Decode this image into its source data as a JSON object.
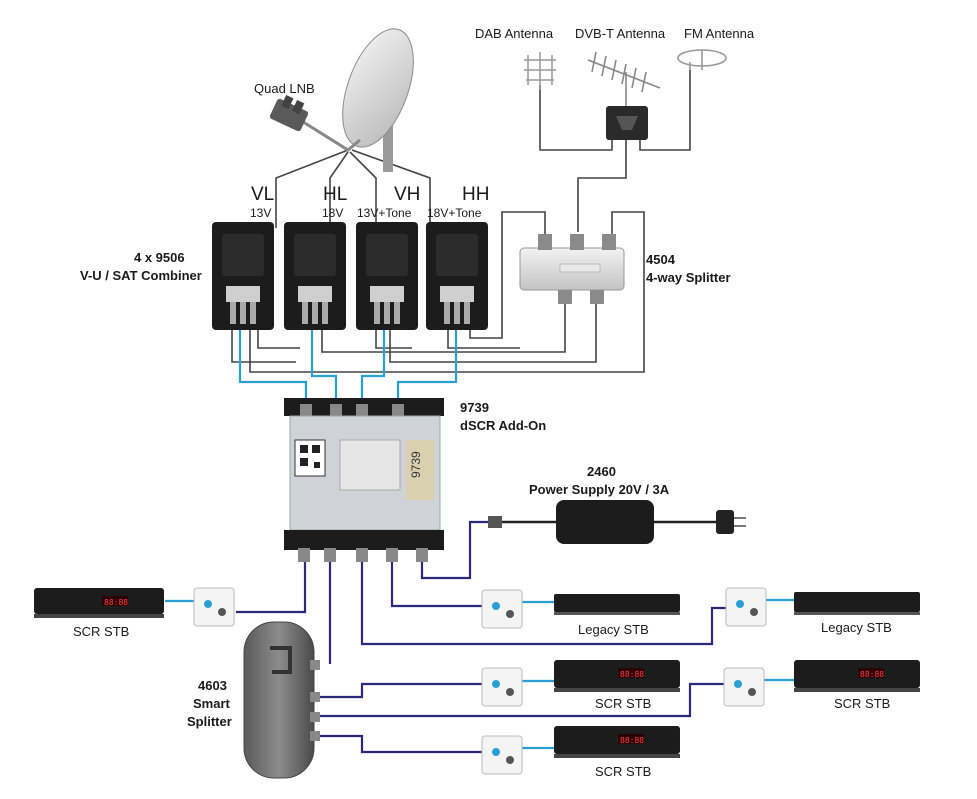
{
  "labels": {
    "quad_lnb": "Quad LNB",
    "dab_antenna": "DAB Antenna",
    "dvbt_antenna": "DVB-T Antenna",
    "fm_antenna": "FM Antenna",
    "vl": "VL",
    "vl_v": "13V",
    "hl": "HL",
    "hl_v": "18V",
    "vh": "VH",
    "vh_v": "13V+Tone",
    "hh": "HH",
    "hh_v": "18V+Tone",
    "combiner_code": "4 x 9506",
    "combiner_name": "V-U / SAT Combiner",
    "splitter_code": "4504",
    "splitter_name": "4-way Splitter",
    "dscr_code": "9739",
    "dscr_name": "dSCR Add-On",
    "psu_code": "2460",
    "psu_name": "Power Supply 20V / 3A",
    "smart_code": "4603",
    "smart_name1": "Smart",
    "smart_name2": "Splitter",
    "scr_stb": "SCR STB",
    "legacy_stb": "Legacy STB",
    "device_model": "9739",
    "stb_display": "88:88"
  },
  "colors": {
    "blue_cable": "#2a9fd6",
    "navy_cable": "#2b2a7a",
    "gray_cable": "#444444",
    "device_dark": "#1c1c1c"
  },
  "icons": [
    "satellite-dish-icon",
    "lnb-icon",
    "dab-antenna-icon",
    "dvbt-antenna-icon",
    "fm-antenna-icon",
    "combiner-icon",
    "splitter-icon",
    "dscr-module-icon",
    "power-supply-icon",
    "smart-splitter-icon",
    "wall-socket-icon",
    "set-top-box-icon"
  ]
}
